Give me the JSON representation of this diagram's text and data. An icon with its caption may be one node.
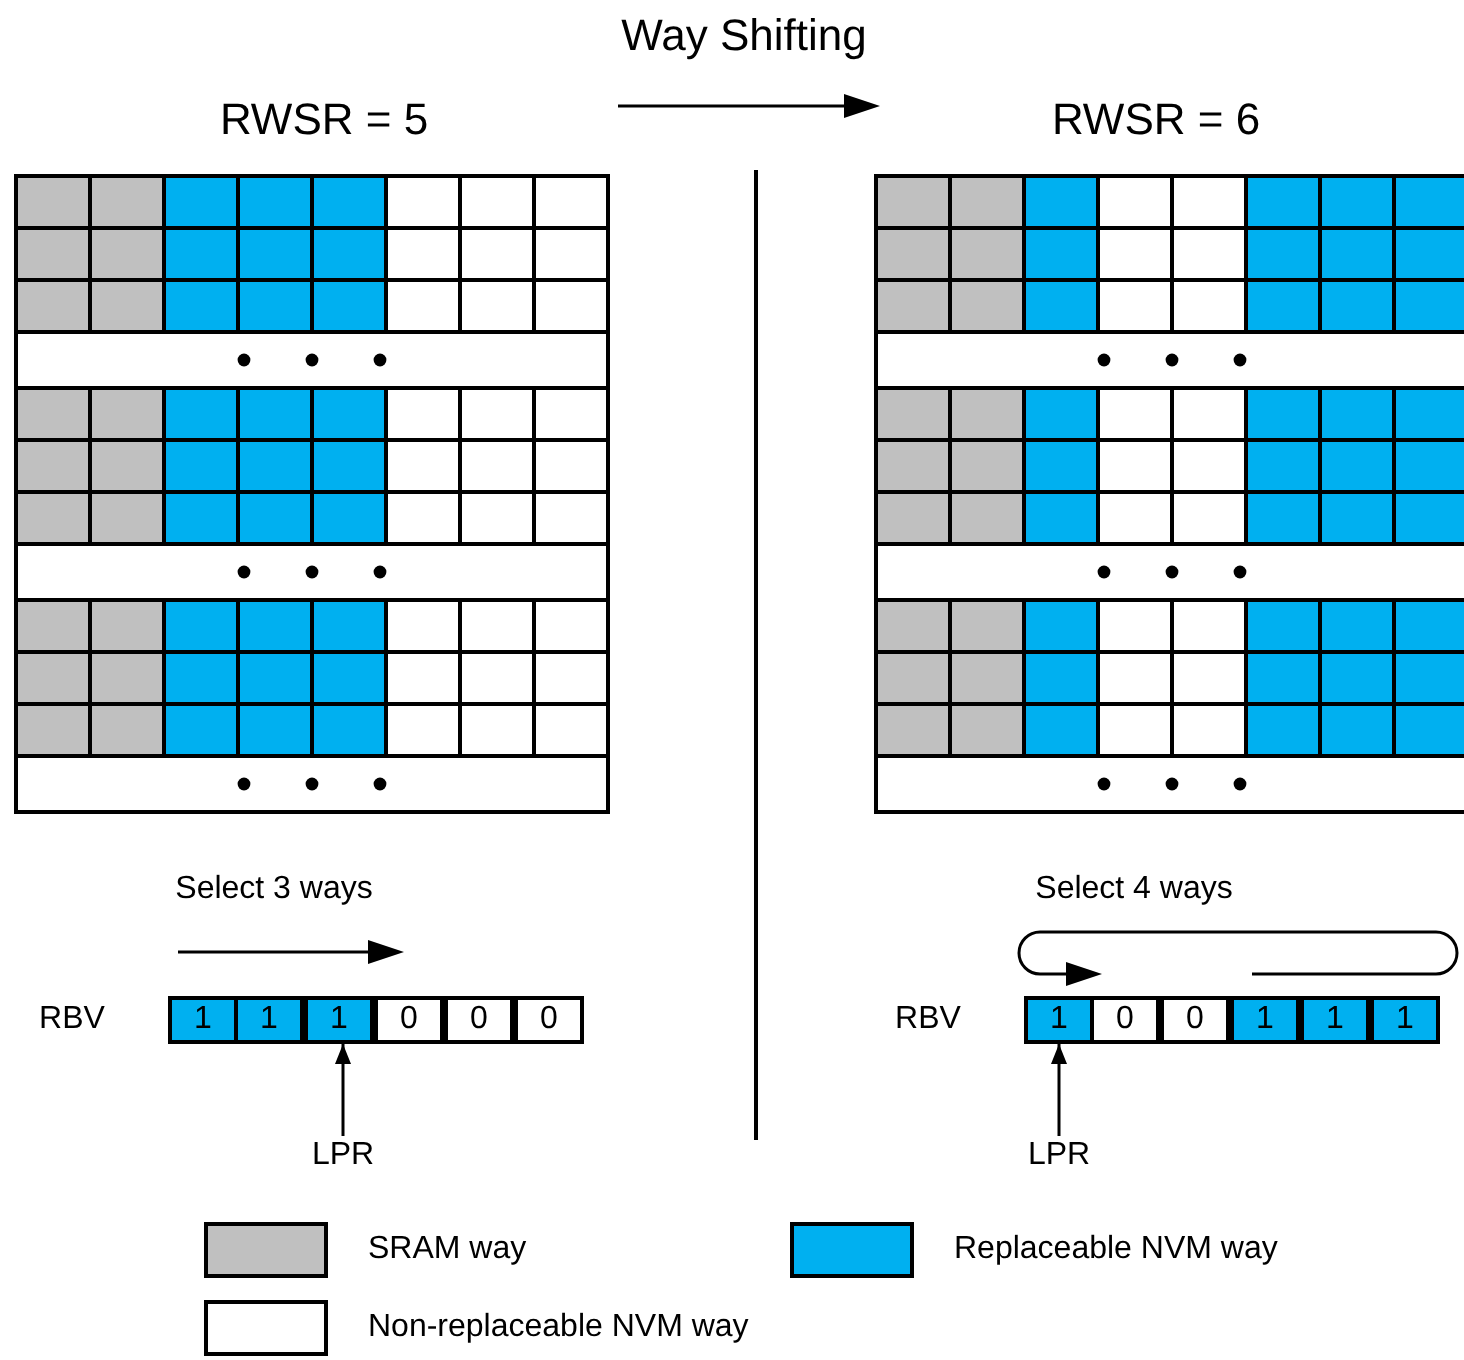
{
  "diagram": {
    "title": "Way Shifting",
    "nodes": [
      {
        "text": [
          "1"
        ]
      },
      {
        "text": [
          "1"
        ]
      },
      {
        "text": [
          "1"
        ]
      },
      {
        "text": [
          "0"
        ]
      },
      {
        "text": [
          "0"
        ]
      },
      {
        "text": [
          "0"
        ]
      },
      {
        "text": [
          "LPR"
        ]
      },
      {
        "text": [
          "1"
        ]
      },
      {
        "text": [
          "0"
        ]
      },
      {
        "text": [
          "0"
        ]
      },
      {
        "text": [
          "1"
        ]
      },
      {
        "text": [
          "1"
        ]
      },
      {
        "text": [
          "1"
        ]
      },
      {
        "text": [
          "LPR"
        ]
      }
    ],
    "edges": [
      {
        "from": 6,
        "to": 2,
        "arrow": "to"
      },
      {
        "from": 13,
        "to": 7,
        "arrow": "to"
      }
    ],
    "labels": [
      "RWSR = 5",
      "RWSR = 6",
      "Select 3 ways",
      "Select 4 ways",
      "RBV",
      "RBV"
    ],
    "legend": [
      {
        "text": "SRAM way",
        "color": "#c0c0c0"
      },
      {
        "text": "Replaceable NVM way",
        "color": "#00b0f0"
      },
      {
        "text": "Non-replaceable NVM way",
        "color": "#ffffff"
      }
    ]
  }
}
